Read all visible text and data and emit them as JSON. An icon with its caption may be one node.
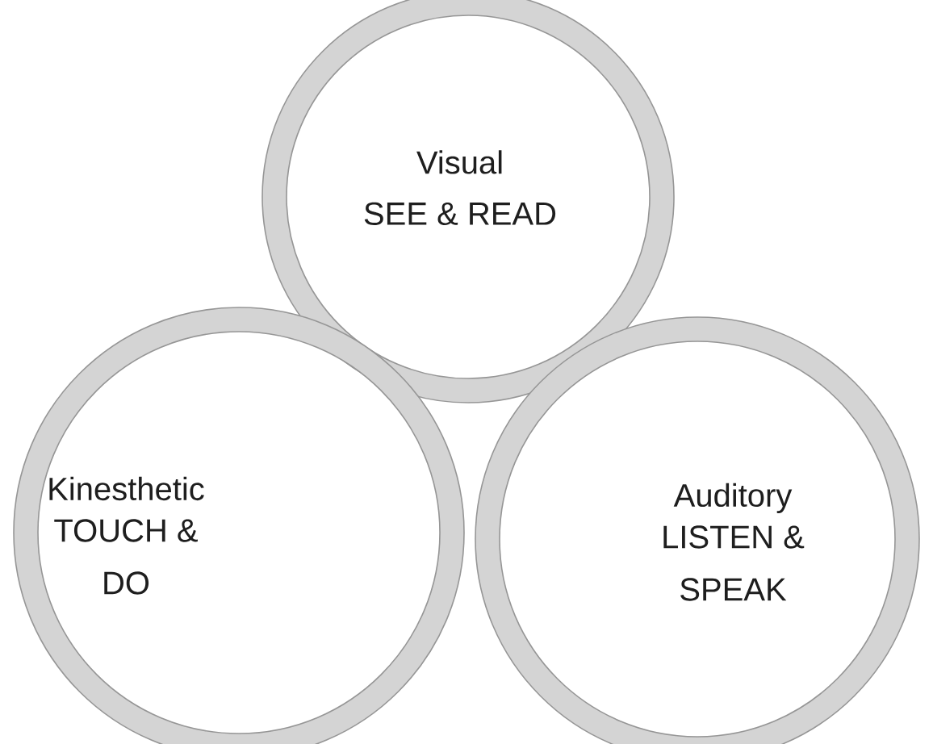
{
  "diagram": {
    "nodes": [
      {
        "text": [
          "Visual",
          "SEE & READ"
        ]
      },
      {
        "text": [
          "Kinesthetic",
          "TOUCH & DO"
        ]
      },
      {
        "text": [
          "Auditory",
          "LISTEN & SPEAK"
        ]
      }
    ]
  }
}
